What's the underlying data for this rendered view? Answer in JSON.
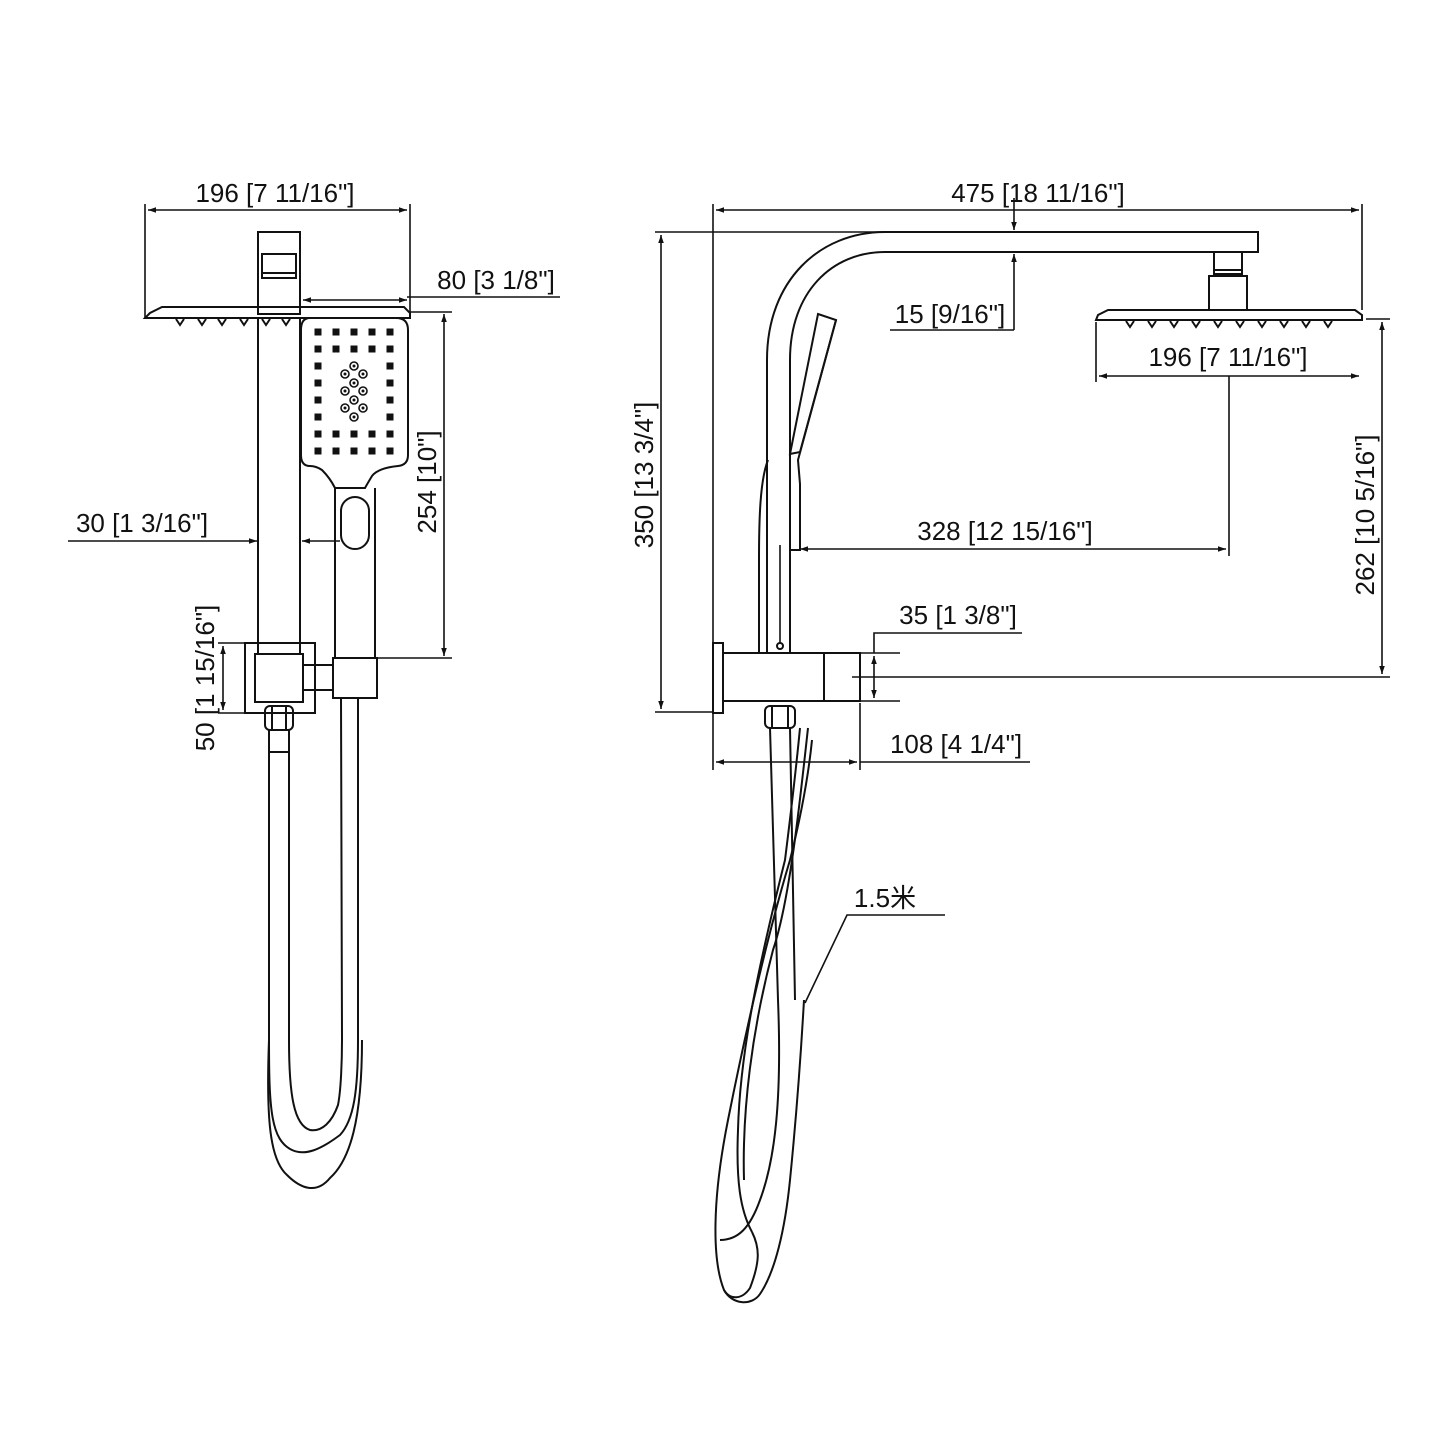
{
  "drawing": {
    "title": "Shower system dimension drawing",
    "line_color": "#111111",
    "background": "#ffffff"
  },
  "front_view": {
    "dims": {
      "head_width": "196 [7 11/16\"]",
      "handset_width": "80 [3 1/8\"]",
      "handset_length": "254 [10\"]",
      "rail_offset": "30 [1 3/16\"]",
      "bracket_height": "50 [1 15/16\"]"
    }
  },
  "side_view": {
    "dims": {
      "total_width": "475 [18 11/16\"]",
      "arm_thickness": "15 [9/16\"]",
      "head_width": "196 [7 11/16\"]",
      "total_height": "350 [13 3/4\"]",
      "reach": "328 [12 15/16\"]",
      "head_height": "262 [10 5/16\"]",
      "bracket_height": "35 [1 3/8\"]",
      "bracket_depth": "108 [4 1/4\"]",
      "hose_length": "1.5米"
    }
  }
}
